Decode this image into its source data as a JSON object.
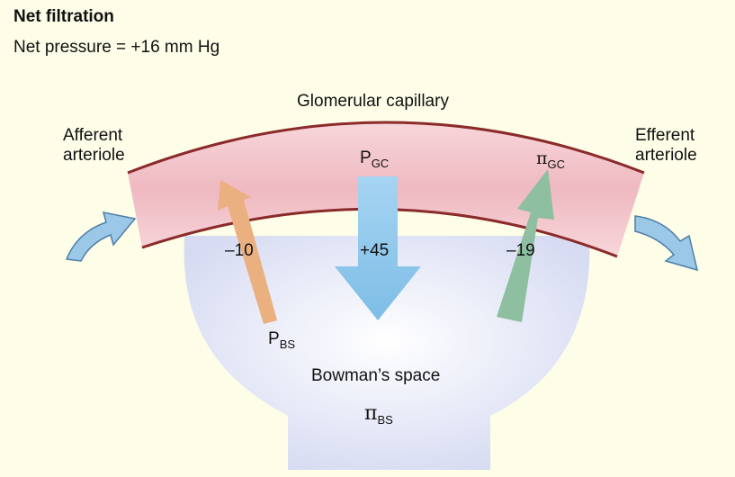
{
  "title": "Net filtration",
  "subtitle": "Net pressure = +16 mm Hg",
  "labels": {
    "capillary": "Glomerular capillary",
    "afferent": "Afferent\narteriole",
    "efferent": "Efferent\narteriole",
    "bowman": "Bowman’s space"
  },
  "forces": {
    "pgc": {
      "symbol": "P",
      "subscript": "GC",
      "value": "+45"
    },
    "pigc": {
      "symbol": "π",
      "subscript": "GC",
      "value": "–19"
    },
    "pbs": {
      "symbol": "P",
      "subscript": "BS",
      "value": "–10"
    },
    "pibs": {
      "symbol": "π",
      "subscript": "BS"
    }
  },
  "colors": {
    "background": "#fdfde8",
    "capillary": "#f2c4ca",
    "capillary_border": "#8b2a2a",
    "bowman_fill": "#dfe3f4",
    "pgc_arrow": "#8ec8ec",
    "pigc_arrow": "#8dbfa0",
    "pbs_arrow": "#eab080",
    "flow_arrow": "#9cc8e8"
  }
}
